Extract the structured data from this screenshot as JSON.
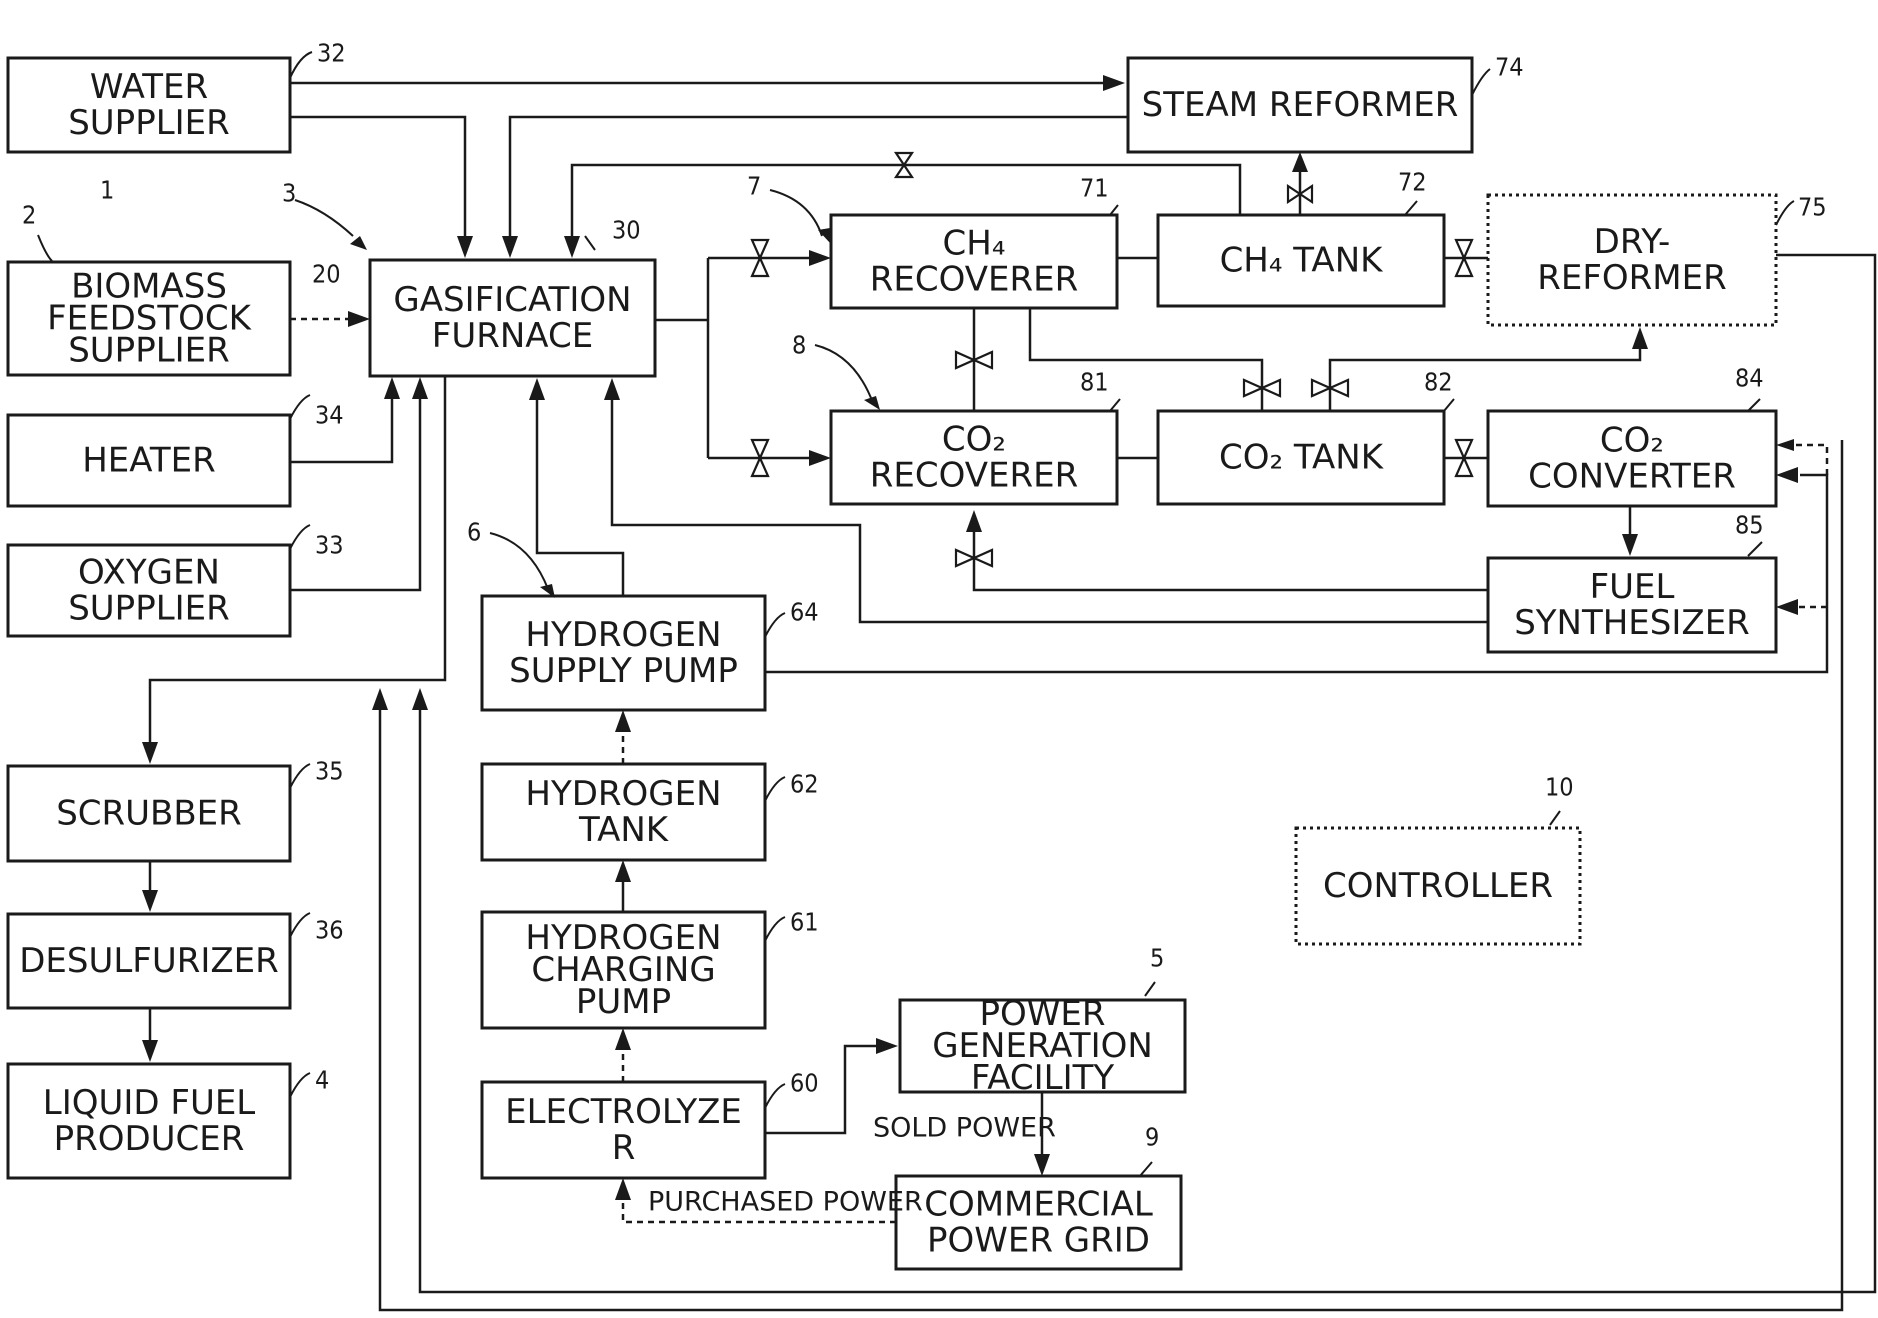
{
  "blocks": {
    "water_supplier": {
      "ref": "32",
      "lines": [
        "WATER",
        "SUPPLIER"
      ]
    },
    "biomass_supplier": {
      "ref": "2",
      "lines": [
        "BIOMASS",
        "FEEDSTOCK",
        "SUPPLIER"
      ]
    },
    "heater": {
      "ref": "34",
      "lines": [
        "HEATER"
      ]
    },
    "oxygen_supplier": {
      "ref": "33",
      "lines": [
        "OXYGEN",
        "SUPPLIER"
      ]
    },
    "gasification_furnace": {
      "ref": "30",
      "lines": [
        "GASIFICATION",
        "FURNACE"
      ]
    },
    "steam_reformer": {
      "ref": "74",
      "lines": [
        "STEAM REFORMER"
      ]
    },
    "ch4_recoverer": {
      "ref": "71",
      "lines": [
        "CH₄",
        "RECOVERER"
      ]
    },
    "ch4_tank": {
      "ref": "72",
      "lines": [
        "CH₄ TANK"
      ]
    },
    "dry_reformer": {
      "ref": "75",
      "lines": [
        "DRY-",
        "REFORMER"
      ]
    },
    "co2_recoverer": {
      "ref": "81",
      "lines": [
        "CO₂",
        "RECOVERER"
      ]
    },
    "co2_tank": {
      "ref": "82",
      "lines": [
        "CO₂ TANK"
      ]
    },
    "co2_converter": {
      "ref": "84",
      "lines": [
        "CO₂",
        "CONVERTER"
      ]
    },
    "fuel_synthesizer": {
      "ref": "85",
      "lines": [
        "FUEL",
        "SYNTHESIZER"
      ]
    },
    "hydrogen_supply_pump": {
      "ref": "64",
      "lines": [
        "HYDROGEN",
        "SUPPLY PUMP"
      ]
    },
    "hydrogen_tank": {
      "ref": "62",
      "lines": [
        "HYDROGEN",
        "TANK"
      ]
    },
    "hydrogen_charging_pump": {
      "ref": "61",
      "lines": [
        "HYDROGEN",
        "CHARGING",
        "PUMP"
      ]
    },
    "electrolyzer": {
      "ref": "60",
      "lines": [
        "ELECTROLYZE",
        "R"
      ]
    },
    "power_generation_facility": {
      "ref": "5",
      "lines": [
        "POWER",
        "GENERATION",
        "FACILITY"
      ]
    },
    "commercial_power_grid": {
      "ref": "9",
      "lines": [
        "COMMERCIAL",
        "POWER GRID"
      ]
    },
    "scrubber": {
      "ref": "35",
      "lines": [
        "SCRUBBER"
      ]
    },
    "desulfurizer": {
      "ref": "36",
      "lines": [
        "DESULFURIZER"
      ]
    },
    "liquid_fuel_producer": {
      "ref": "4",
      "lines": [
        "LIQUID FUEL",
        "PRODUCER"
      ]
    },
    "controller": {
      "ref": "10",
      "lines": [
        "CONTROLLER"
      ]
    }
  },
  "refs": {
    "system": "1",
    "gasification_unit": "3",
    "biomass_feed": "20",
    "methane_unit": "7",
    "co2_unit": "8",
    "hydrogen_unit": "6"
  },
  "labels": {
    "sold_power": "SOLD POWER",
    "purchased_power": "PURCHASED POWER"
  }
}
